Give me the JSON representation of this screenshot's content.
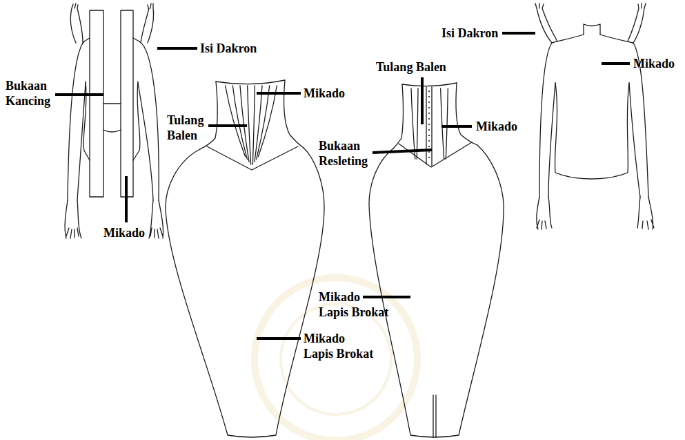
{
  "diagram": {
    "labels": [
      "Isi Dakron",
      "Bukaan Kancing",
      "Mikado",
      "Tulang Balen",
      "Mikado",
      "Mikado Lapis Brokat",
      "Tulang Balen",
      "Bukaan Resleting",
      "Mikado",
      "Mikado Lapis Brokat",
      "Isi Dakron",
      "Mikado"
    ]
  }
}
